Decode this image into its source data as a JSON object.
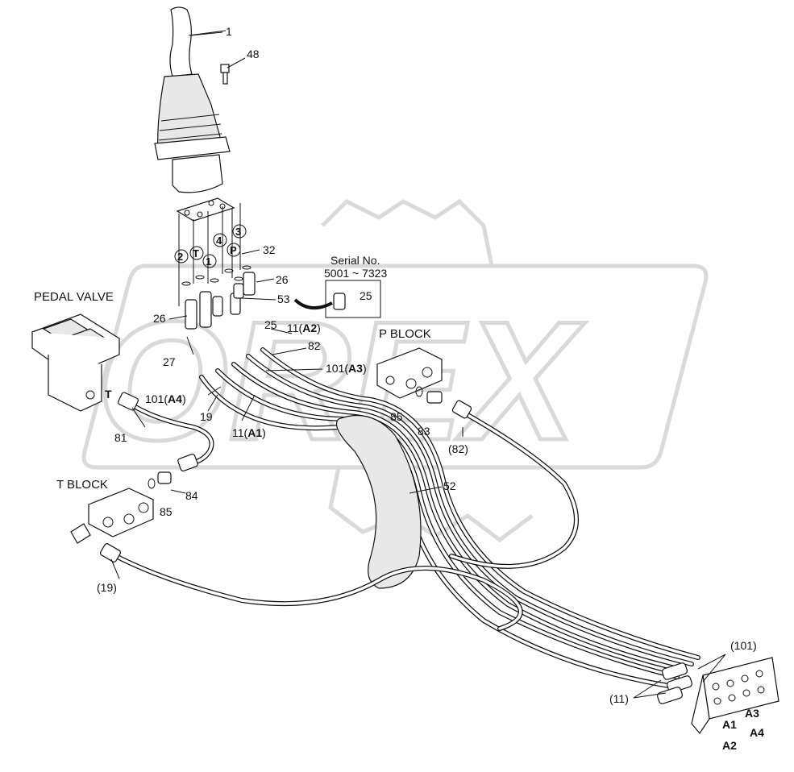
{
  "watermark": "OREX",
  "titles": {
    "pedal_valve": "PEDAL VALVE",
    "p_block": "P BLOCK",
    "t_block": "T BLOCK",
    "serial_line1": "Serial No.",
    "serial_line2": "5001 ~ 7323"
  },
  "labels": {
    "l1": "1",
    "l48": "48",
    "l32": "32",
    "l26a": "26",
    "l53": "53",
    "l25a": "25",
    "l26b": "26",
    "l25b": "25",
    "l27": "27",
    "l11a2_num": "11(",
    "l11a2_bold": "A2",
    "l11a2_end": ")",
    "l82": "82",
    "l101a3_num": "101(",
    "l101a3_bold": "A3",
    "l101a3_end": ")",
    "lT": "T",
    "l101a4_num": "101(",
    "l101a4_bold": "A4",
    "l101a4_end": ")",
    "l19": "19",
    "l11a1_num": "11(",
    "l11a1_bold": "A1",
    "l11a1_end": ")",
    "l85a": "85",
    "l83": "83",
    "l82p": "(82)",
    "l81": "81",
    "l84": "84",
    "l85b": "85",
    "l52": "52",
    "l19p": "(19)",
    "l101p": "(101)",
    "l11p": "(11)",
    "port_a1": "A1",
    "port_a2": "A2",
    "port_a3": "A3",
    "port_a4": "A4"
  },
  "port_circles": [
    "2",
    "T",
    "1",
    "4",
    "P",
    "3"
  ]
}
